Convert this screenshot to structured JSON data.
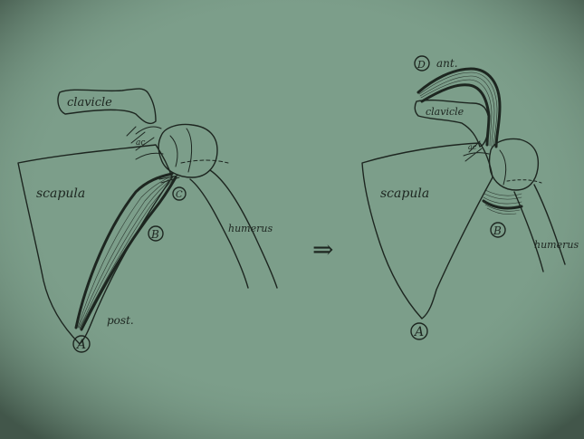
{
  "left_diagram": {
    "clavicle_label": "clavicle",
    "ac_label": "ac",
    "scapula_label": "scapula",
    "humerus_label": "humerus",
    "point_a": "A",
    "point_b": "B",
    "point_c": "C",
    "post_label": "post."
  },
  "arrow_symbol": "⇒",
  "right_diagram": {
    "point_d": "D",
    "ant_label": "ant.",
    "clavicle_label": "clavicle",
    "ac_label": "ac",
    "scapula_label": "scapula",
    "humerus_label": "humerus",
    "point_a": "A",
    "point_b": "B"
  },
  "colors": {
    "paper": "#7c9e8a",
    "ink": "#1d2620"
  }
}
